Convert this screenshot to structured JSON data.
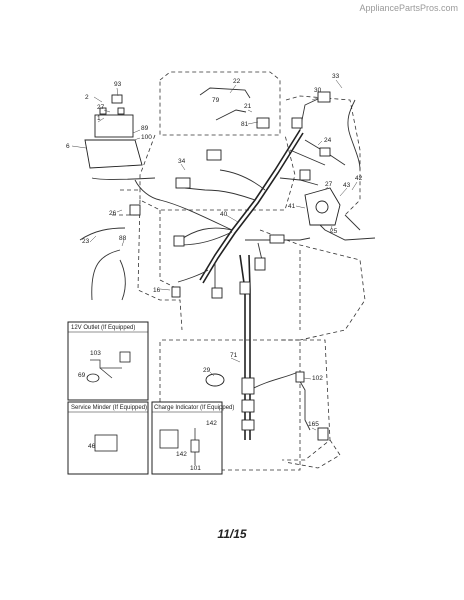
{
  "watermark": "AppliancePartsPros.com",
  "page_number": "11/15",
  "insets": {
    "outlet_title": "12V Outlet (If Equipped)",
    "service_title": "Service Minder (If Equipped)",
    "charge_title": "Charge Indicator (If Equipped)"
  },
  "callouts": {
    "c93": "93",
    "c2": "2",
    "c27a": "27",
    "c1": "1",
    "c89": "89",
    "c100": "100",
    "c6": "6",
    "c22": "22",
    "c79": "79",
    "c21": "21",
    "c81": "81",
    "c30": "30",
    "c33": "33",
    "c24": "24",
    "c34": "34",
    "c26": "26",
    "c27b": "27",
    "c43": "43",
    "c42": "42",
    "c41": "41",
    "c40": "40",
    "c25": "25",
    "c23": "23",
    "c88": "88",
    "c16": "16",
    "c103": "103",
    "c69": "69",
    "c29": "29",
    "c71": "71",
    "c102": "102",
    "c46": "46",
    "c142a": "142",
    "c142b": "142",
    "c101": "101",
    "c165": "165"
  }
}
